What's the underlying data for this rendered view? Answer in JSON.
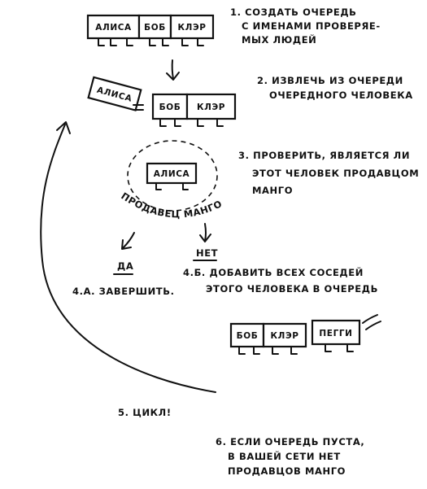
{
  "steps": {
    "s1": [
      "1. СОЗДАТЬ ОЧЕРЕДЬ",
      "С ИМЕНАМИ ПРОВЕРЯЕ-",
      "МЫХ ЛЮДЕЙ"
    ],
    "s2": [
      "2. ИЗВЛЕЧЬ ИЗ ОЧЕРЕДИ",
      "ОЧЕРЕДНОГО ЧЕЛОВЕКА"
    ],
    "s3": [
      "3. ПРОВЕРИТЬ, ЯВЛЯЕТСЯ ЛИ",
      "ЭТОТ ЧЕЛОВЕК ПРОДАВЦОМ",
      "МАНГО"
    ],
    "s4a": "4.А. ЗАВЕРШИТЬ.",
    "s4b": [
      "4.Б. ДОБАВИТЬ ВСЕХ СОСЕДЕЙ",
      "ЭТОГО ЧЕЛОВЕКА В ОЧЕРЕДЬ"
    ],
    "s5": "5. ЦИКЛ!",
    "s6": [
      "6. ЕСЛИ ОЧЕРЕДЬ ПУСТА,",
      "В ВАШЕЙ СЕТИ НЕТ",
      "ПРОДАВЦОВ МАНГО"
    ]
  },
  "queues": {
    "initial": [
      "АЛИСА",
      "БОБ",
      "КЛЭР"
    ],
    "dequeued": "АЛИСА",
    "remaining": [
      "БОБ",
      "КЛЭР"
    ],
    "checked": "АЛИСА",
    "final": [
      "БОБ",
      "КЛЭР",
      "ПЕГГИ"
    ]
  },
  "labels": {
    "mango_seller": "ПРОДАВЕЦ МАНГО",
    "yes": "ДА",
    "no": "НЕТ"
  }
}
